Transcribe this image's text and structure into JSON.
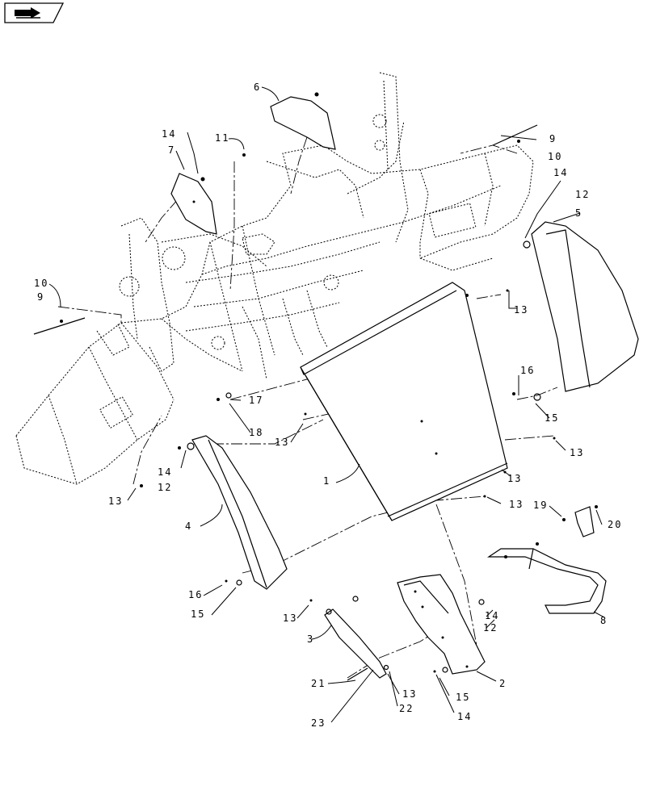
{
  "nav": {
    "icon": "book-arrow-icon"
  },
  "callouts": {
    "c1": "1",
    "c2": "2",
    "c3": "3",
    "c4": "4",
    "c5": "5",
    "c6": "6",
    "c7": "7",
    "c8": "8",
    "c9a": "9",
    "c9b": "9",
    "c10a": "10",
    "c10b": "10",
    "c11": "11",
    "c12a": "12",
    "c12b": "12",
    "c12c": "12",
    "c13a": "13",
    "c13b": "13",
    "c13c": "13",
    "c13d": "13",
    "c13e": "13",
    "c13f": "13",
    "c13g": "13",
    "c13h": "13",
    "c14a": "14",
    "c14b": "14",
    "c14c": "14",
    "c14d": "14",
    "c14e": "14",
    "c15a": "15",
    "c15b": "15",
    "c15c": "15",
    "c16a": "16",
    "c16b": "16",
    "c17": "17",
    "c18": "18",
    "c19": "19",
    "c20": "20",
    "c21": "21",
    "c22": "22",
    "c23": "23"
  }
}
